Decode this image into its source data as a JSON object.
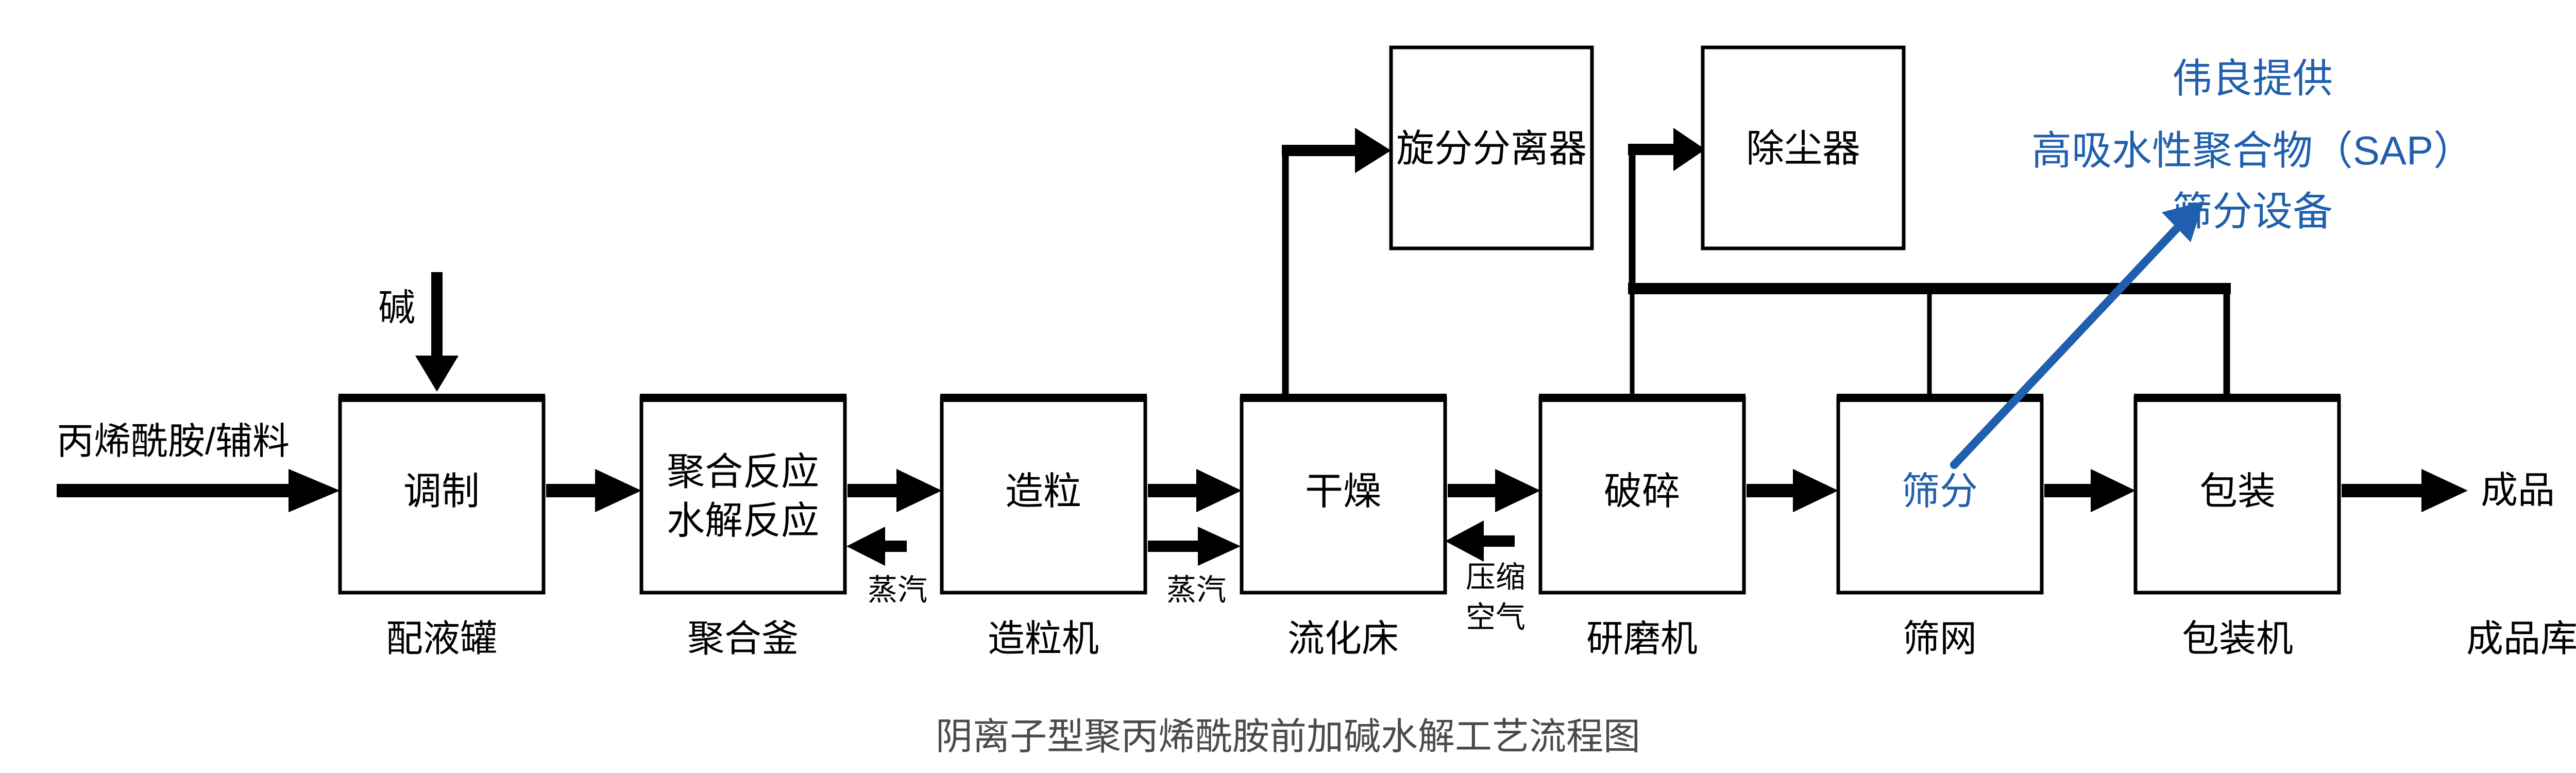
{
  "diagram": {
    "caption": "阴离子型聚丙烯酰胺前加碱水解工艺流程图",
    "caption_color": "#4A4A4A",
    "accent_color": "#1F5FAE",
    "line_color": "#000000",
    "background": "#FFFFFF"
  },
  "inlets": {
    "feed_label": "丙烯酰胺/辅料",
    "alkali_label": "碱"
  },
  "process_boxes": [
    {
      "title": "调制",
      "title2": "",
      "equipment": "配液罐"
    },
    {
      "title": "聚合反应",
      "title2": "水解反应",
      "equipment": "聚合釜"
    },
    {
      "title": "造粒",
      "title2": "",
      "equipment": "造粒机"
    },
    {
      "title": "干燥",
      "title2": "",
      "equipment": "流化床"
    },
    {
      "title": "破碎",
      "title2": "",
      "equipment": "研磨机"
    },
    {
      "title": "筛分",
      "title2": "",
      "equipment": "筛网"
    },
    {
      "title": "包装",
      "title2": "",
      "equipment": "包装机"
    }
  ],
  "aux_boxes": [
    {
      "title": "旋分分离器"
    },
    {
      "title": "除尘器"
    }
  ],
  "utility_labels": [
    {
      "text": "蒸汽"
    },
    {
      "text": "蒸汽"
    },
    {
      "text": "压缩"
    },
    {
      "text": "空气"
    }
  ],
  "outlet": {
    "product_label": "成品",
    "warehouse_label": "成品库"
  },
  "annotation": {
    "line1": "伟良提供",
    "line2": "高吸水性聚合物（SAP）",
    "line3": "筛分设备"
  }
}
